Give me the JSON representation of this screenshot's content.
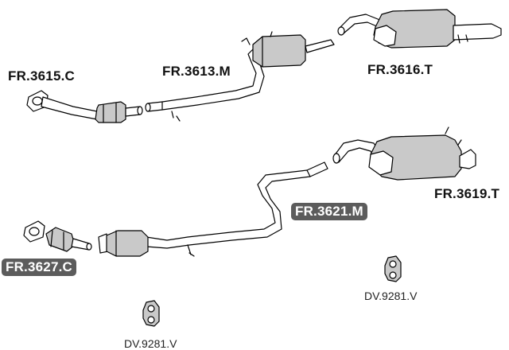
{
  "diagram": {
    "parts": [
      {
        "code": "FR.3615.C",
        "highlighted": false
      },
      {
        "code": "FR.3613.M",
        "highlighted": false
      },
      {
        "code": "FR.3616.T",
        "highlighted": false
      },
      {
        "code": "FR.3619.T",
        "highlighted": false
      },
      {
        "code": "FR.3621.M",
        "highlighted": true
      },
      {
        "code": "FR.3627.C",
        "highlighted": true
      }
    ],
    "hangers": [
      {
        "code": "DV.9281.V"
      },
      {
        "code": "DV.9281.V"
      }
    ],
    "colors": {
      "line": "#000000",
      "shade": "#c9c9c9",
      "highlight_box": "#5c5c5c",
      "highlight_text": "#ffffff"
    }
  }
}
